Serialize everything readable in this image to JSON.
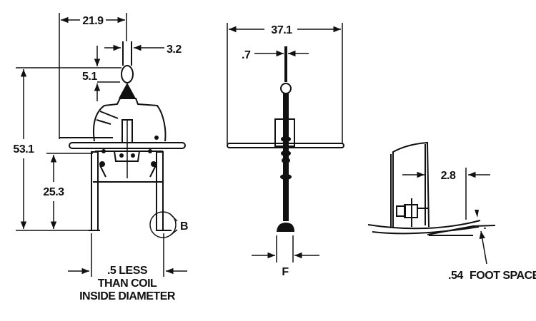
{
  "front_view": {
    "width_dim": "21.9",
    "chain_dim": "3.2",
    "shackle_dim": "5.1",
    "overall_height_dim": "53.1",
    "leg_height_dim": "25.3",
    "detail_callout": "B",
    "leg_spacing_note": [
      ".5 LESS",
      "THAN COIL",
      "INSIDE DIAMETER"
    ]
  },
  "side_view": {
    "width_dim": "37.1",
    "rod_dim": ".7",
    "foot_dim": "F"
  },
  "foot_detail": {
    "foot_dim": "2.8",
    "foot_space_value": ".54",
    "foot_space_label": "FOOT SPACE"
  },
  "colors": {
    "line": "#111111",
    "background": "#ffffff"
  }
}
